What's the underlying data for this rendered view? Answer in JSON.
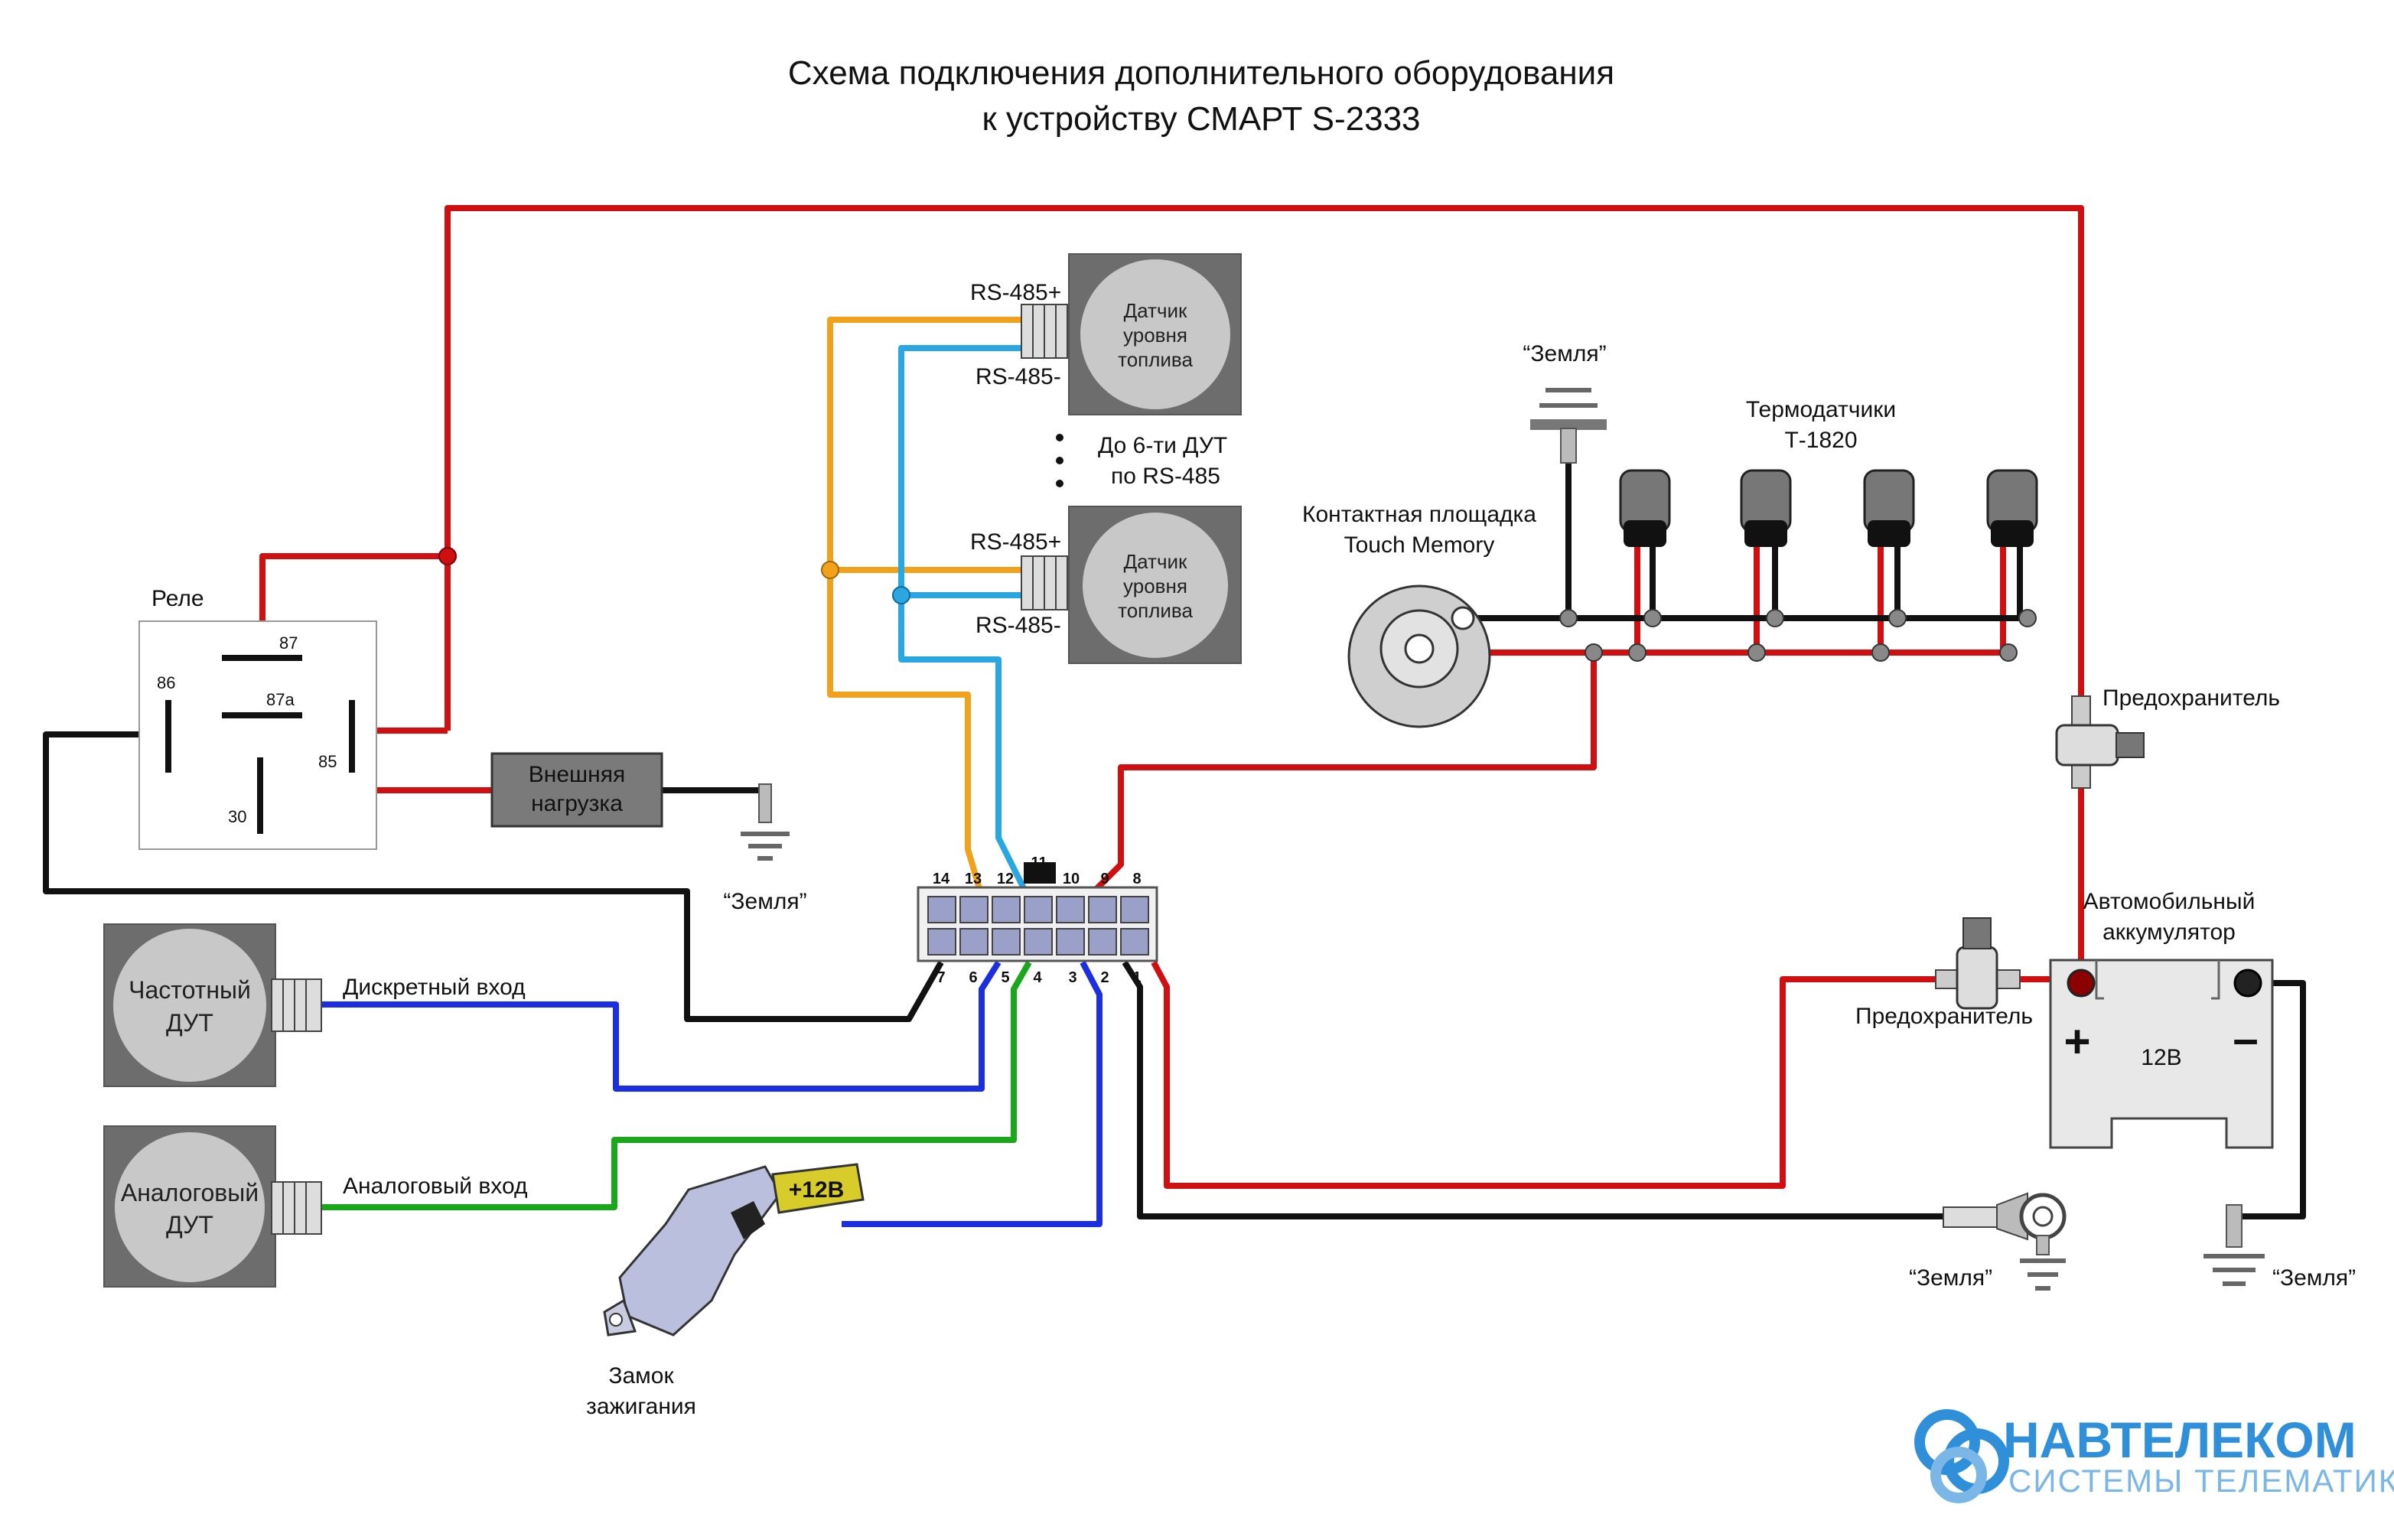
{
  "title": {
    "line1": "Схема подключения дополнительного оборудования",
    "line2": "к устройству СМАРТ S-2333"
  },
  "relay": {
    "label": "Реле",
    "pins": {
      "p87": "87",
      "p86": "86",
      "p87a": "87a",
      "p85": "85",
      "p30": "30"
    }
  },
  "external_load": {
    "line1": "Внешняя",
    "line2": "нагрузка"
  },
  "ground_label": "“Земля”",
  "rs485": {
    "plus": "RS-485+",
    "minus": "RS-485-",
    "sensor_line1": "Датчик",
    "sensor_line2": "уровня",
    "sensor_line3": "топлива",
    "note_line1": "До 6-ти ДУТ",
    "note_line2": "по RS-485"
  },
  "thermo": {
    "line1": "Термодатчики",
    "line2": "Т-1820"
  },
  "touch_memory": {
    "line1": "Контактная площадка",
    "line2": "Touch Memory"
  },
  "fuse_label": "Предохранитель",
  "battery": {
    "label_line1": "Автомобильный",
    "label_line2": "аккумулятор",
    "plus": "+",
    "minus": "–",
    "voltage": "12В"
  },
  "connector": {
    "top_pins": [
      "14",
      "13",
      "12",
      "11",
      "10",
      "9",
      "8"
    ],
    "bottom_pins": [
      "7",
      "6",
      "5",
      "4",
      "3",
      "2",
      "1"
    ]
  },
  "freq_dut": {
    "line1": "Частотный",
    "line2": "ДУТ",
    "input_label": "Дискретный вход"
  },
  "analog_dut": {
    "line1": "Аналоговый",
    "line2": "ДУТ",
    "input_label": "Аналоговый вход"
  },
  "ignition": {
    "tag": "+12В",
    "line1": "Замок",
    "line2": "зажигания"
  },
  "logo": {
    "name": "НАВТЕЛЕКОМ",
    "tagline": "СИСТЕМЫ ТЕЛЕМАТИКИ"
  },
  "colors": {
    "red": "#d01010",
    "black": "#111111",
    "orange": "#f2a11d",
    "light_blue": "#2aa7e0",
    "blue": "#1b2fe0",
    "green": "#1aa81a",
    "gray_box": "#6d6d6d",
    "logo_blue": "#2f8fd8"
  }
}
